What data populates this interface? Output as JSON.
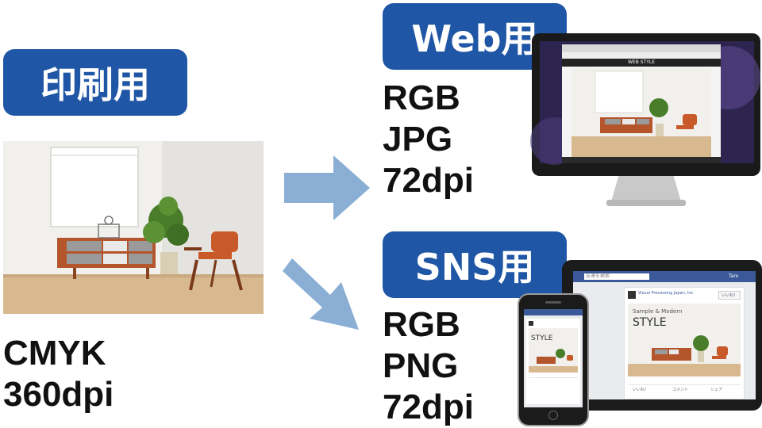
{
  "print": {
    "badge": "印刷用",
    "specs": [
      "CMYK",
      "360dpi"
    ]
  },
  "web": {
    "badge": "Web用",
    "specs": [
      "RGB",
      "JPG",
      "72dpi"
    ],
    "site_logo": "WEB STYLE"
  },
  "sns": {
    "badge": "SNS用",
    "specs": [
      "RGB",
      "PNG",
      "72dpi"
    ],
    "search_placeholder": "友達を検索",
    "nav_user": "Taro",
    "page_name": "Visual Processing Japan, Inc",
    "post_caption_top": "Sample & Modern",
    "post_caption_main": "STYLE",
    "like_label": "いいね！",
    "comment_label": "コメント",
    "share_label": "シェア",
    "liked_button": "いいね！"
  },
  "colors": {
    "badge": "#1f56a5",
    "arrow": "#8aaed4",
    "sns_header": "#3b5998"
  }
}
